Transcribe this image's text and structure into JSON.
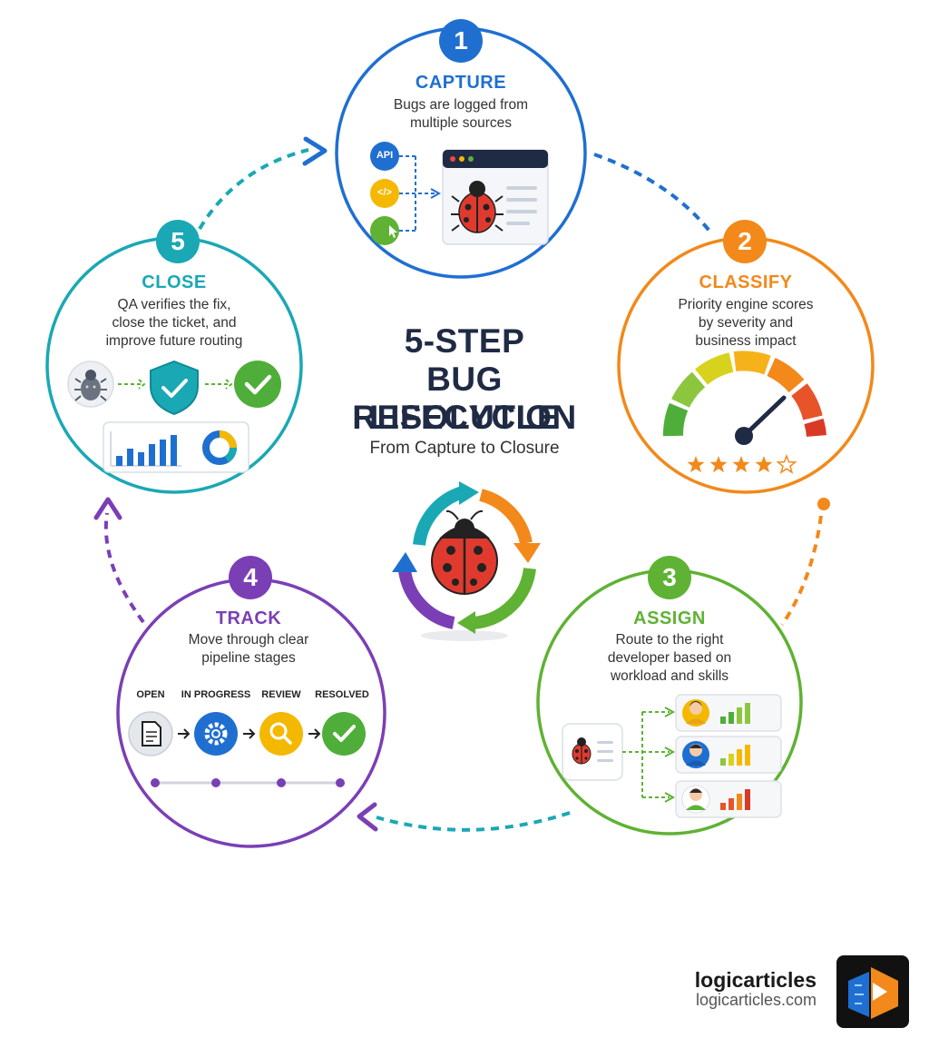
{
  "title_line1": "5-STEP",
  "title_line2": "BUG RESOLUTION",
  "title_line3": "LIFECYCLE",
  "subtitle": "From Capture to Closure",
  "colors": {
    "capture": "#1f6fd1",
    "classify": "#f2891a",
    "assign": "#5fb233",
    "track": "#7b3fb5",
    "close": "#1aa8b5",
    "title": "#1f2a44"
  },
  "steps": {
    "capture": {
      "number": "1",
      "title": "CAPTURE",
      "desc1": "Bugs are logged from",
      "desc2": "multiple sources",
      "source_api": "API",
      "source_code": "</>"
    },
    "classify": {
      "number": "2",
      "title": "CLASSIFY",
      "desc1": "Priority engine scores",
      "desc2": "by severity and",
      "desc3": "business impact",
      "rating": 4,
      "rating_max": 5
    },
    "assign": {
      "number": "3",
      "title": "ASSIGN",
      "desc1": "Route to the right",
      "desc2": "developer based on",
      "desc3": "workload and skills"
    },
    "track": {
      "number": "4",
      "title": "TRACK",
      "desc1": "Move through clear",
      "desc2": "pipeline stages",
      "stages": [
        "OPEN",
        "IN PROGRESS",
        "REVIEW",
        "RESOLVED"
      ]
    },
    "close": {
      "number": "5",
      "title": "CLOSE",
      "desc1": "QA verifies the fix,",
      "desc2": "close the ticket, and",
      "desc3": "improve future routing"
    }
  },
  "brand": {
    "name": "logicarticles",
    "url": "logicarticles.com"
  }
}
